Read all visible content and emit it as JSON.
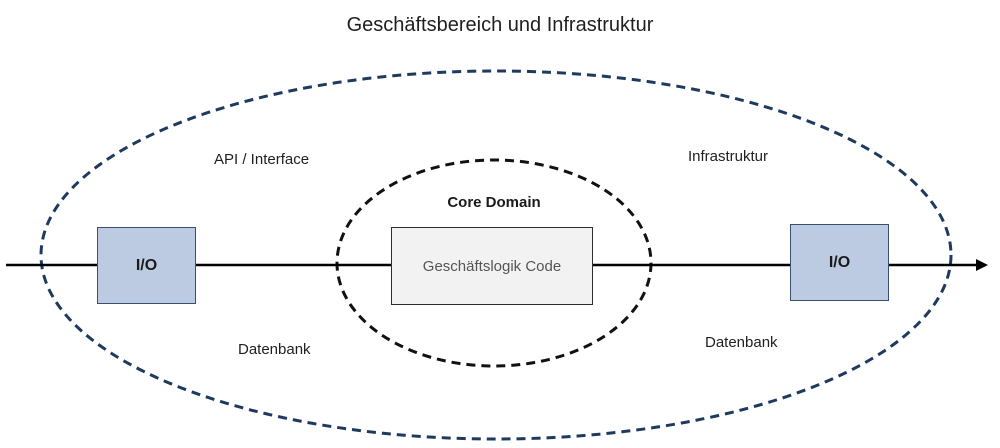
{
  "title": "Geschäftsbereich und Infrastruktur",
  "outer_labels": {
    "api": "API / Interface",
    "infrastructure": "Infrastruktur",
    "database_left": "Datenbank",
    "database_right": "Datenbank"
  },
  "core": {
    "label": "Core Domain",
    "code_box": "Geschäftslogik Code"
  },
  "io_left": "I/O",
  "io_right": "I/O",
  "colors": {
    "outer_ellipse": "#1f3a5f",
    "inner_ellipse": "#111111",
    "io_fill": "#bccbe2",
    "code_fill": "#f2f2f2",
    "arrow": "#000000"
  }
}
